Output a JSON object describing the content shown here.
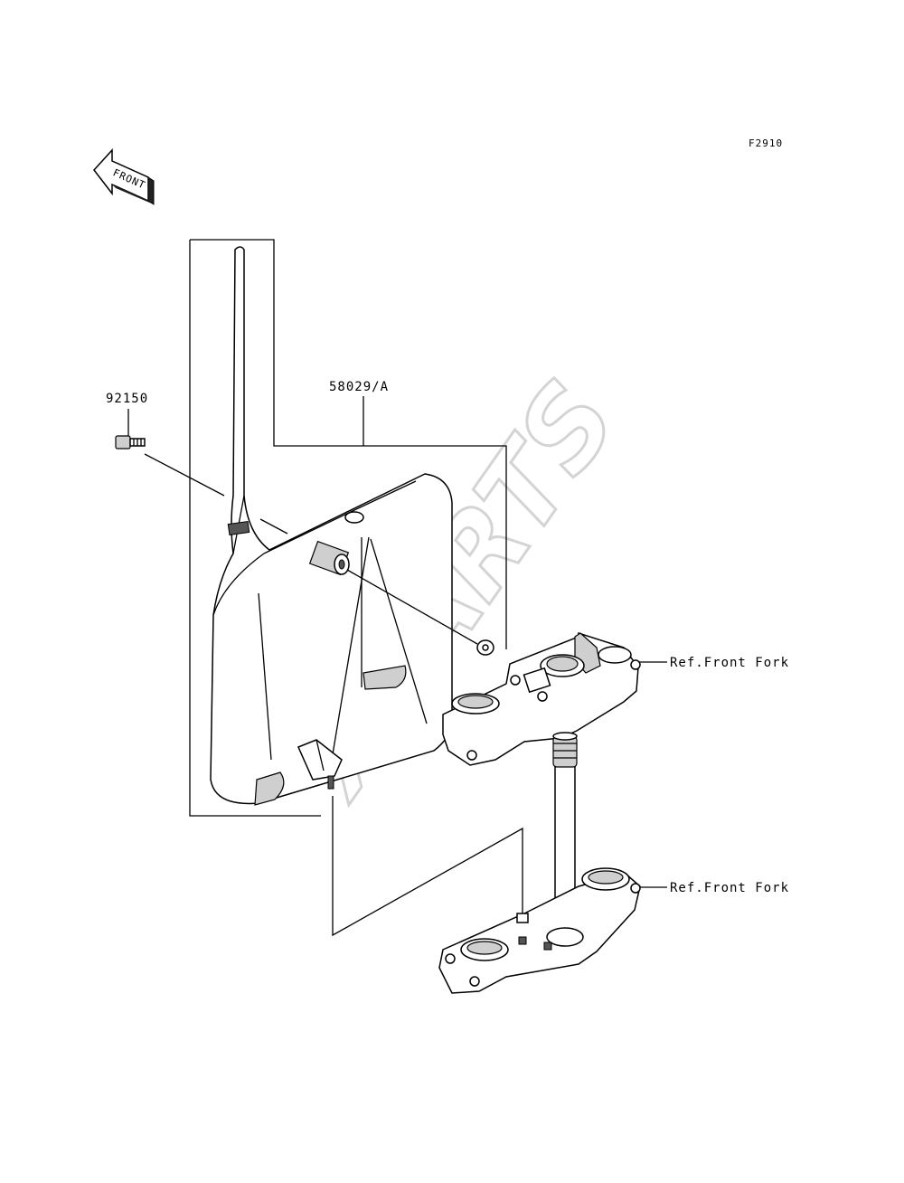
{
  "diagram": {
    "figure_code": "F2910",
    "front_arrow_label": "FRONT",
    "watermark": "XPARTS",
    "part_numbers": {
      "bolt": "92150",
      "number_plate": "58029/A"
    },
    "references": {
      "upper_bracket": "Ref.Front Fork",
      "lower_bracket": "Ref.Front Fork"
    }
  }
}
